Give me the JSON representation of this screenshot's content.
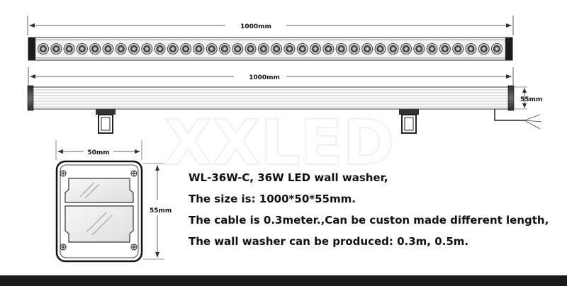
{
  "watermark": "XXLED",
  "dimensions": {
    "top_length": "1000mm",
    "side_length": "1000mm",
    "side_height": "55mm",
    "end_width": "50mm",
    "end_height": "55mm"
  },
  "led_count": 36,
  "description": [
    "WL-36W-C, 36W LED wall washer,",
    "The size is: 1000*50*55mm.",
    "The cable is 0.3meter.,Can be custon made different length,",
    "The wall washer can be produced: 0.3m, 0.5m."
  ]
}
